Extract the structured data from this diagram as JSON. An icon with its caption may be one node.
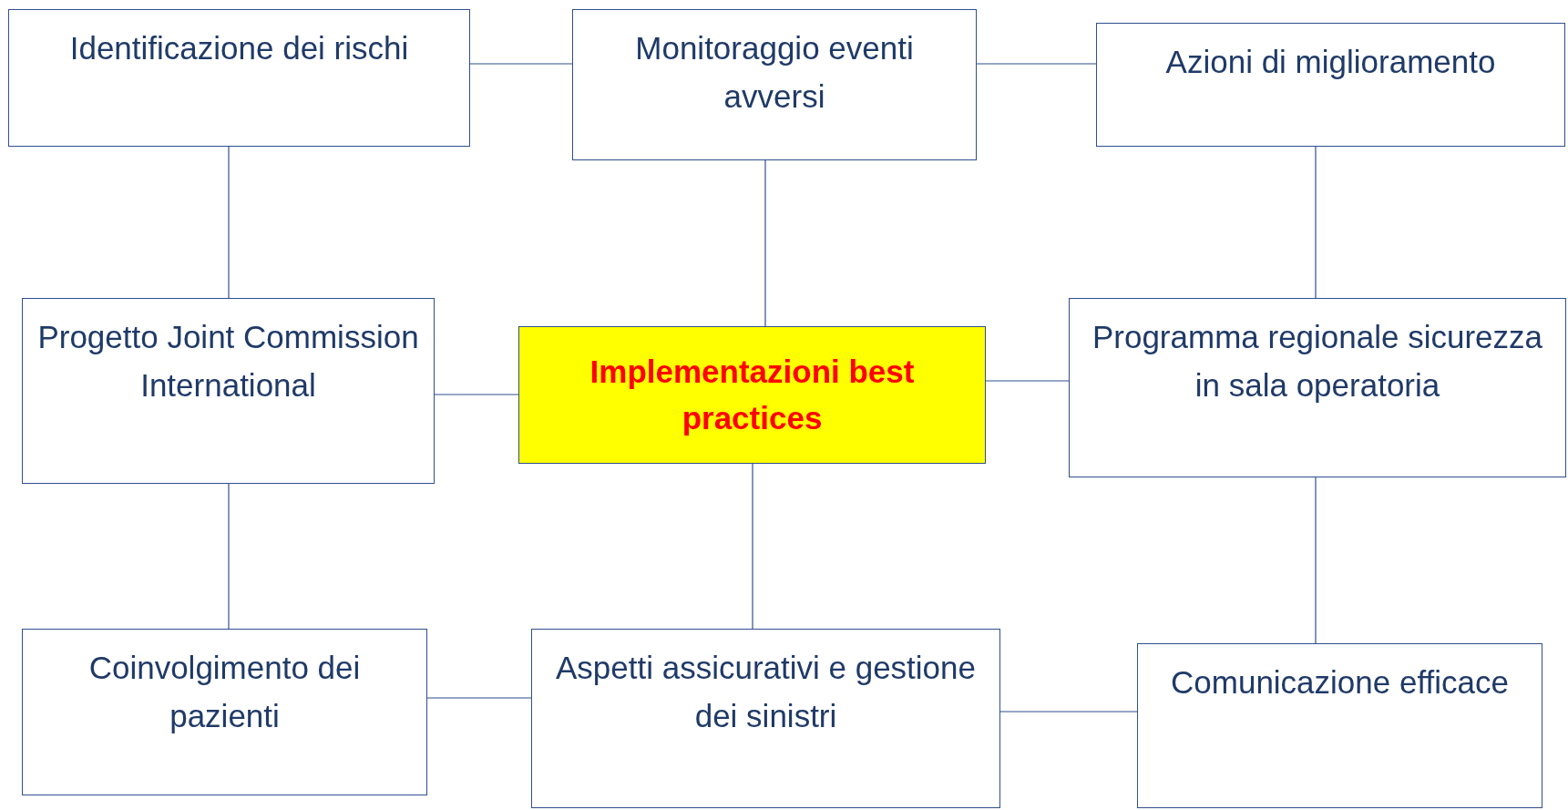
{
  "diagram": {
    "nodes": [
      {
        "text": [
          "Identificazione dei rischi"
        ]
      },
      {
        "text": [
          "Monitoraggio eventi avversi"
        ]
      },
      {
        "text": [
          "Azioni di miglioramento"
        ]
      },
      {
        "text": [
          "Progetto Joint Commission International"
        ]
      },
      {
        "text": [
          "Implementazioni best practices"
        ]
      },
      {
        "text": [
          "Programma regionale sicurezza in sala operatoria"
        ]
      },
      {
        "text": [
          "Coinvolgimento dei pazienti"
        ]
      },
      {
        "text": [
          "Aspetti assicurativi e gestione dei sinistri"
        ]
      },
      {
        "text": [
          "Comunicazione efficace"
        ]
      }
    ],
    "edges": [
      {
        "from": 0,
        "to": 1,
        "arrow": "none"
      },
      {
        "from": 1,
        "to": 2,
        "arrow": "none"
      },
      {
        "from": 0,
        "to": 3,
        "arrow": "none"
      },
      {
        "from": 1,
        "to": 4,
        "arrow": "none"
      },
      {
        "from": 2,
        "to": 5,
        "arrow": "none"
      },
      {
        "from": 3,
        "to": 4,
        "arrow": "none"
      },
      {
        "from": 4,
        "to": 5,
        "arrow": "none"
      },
      {
        "from": 3,
        "to": 6,
        "arrow": "none"
      },
      {
        "from": 4,
        "to": 7,
        "arrow": "none"
      },
      {
        "from": 5,
        "to": 8,
        "arrow": "none"
      },
      {
        "from": 6,
        "to": 7,
        "arrow": "none"
      },
      {
        "from": 7,
        "to": 8,
        "arrow": "none"
      }
    ]
  }
}
